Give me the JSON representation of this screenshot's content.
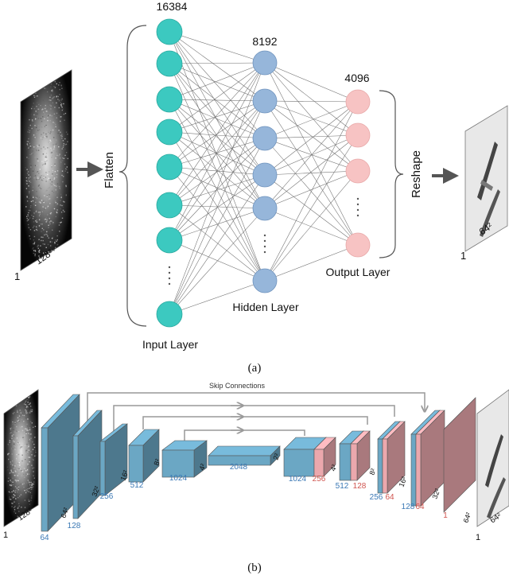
{
  "panel_a": {
    "input_image_dims": {
      "channels": "1",
      "size": "128²"
    },
    "flatten_label": "Flatten",
    "input_layer": {
      "count": "16384",
      "label": "Input Layer",
      "color": "#3cc9c0"
    },
    "hidden_layer": {
      "count": "8192",
      "label": "Hidden Layer",
      "color": "#96b6da"
    },
    "output_layer": {
      "count": "4096",
      "label": "Output Layer",
      "color": "#f7c3c3"
    },
    "reshape_label": "Reshape",
    "output_image_dims": {
      "channels": "1",
      "size": "64²"
    },
    "caption": "(a)"
  },
  "panel_b": {
    "skip_label": "Skip Connections",
    "input_dims": {
      "channels": "1",
      "size": "128²"
    },
    "output_dims": {
      "size": "64²"
    },
    "colors": {
      "encoder": "#6ba7c4",
      "decoder": "#eba8ad",
      "encoder_text": "#3a78b5",
      "decoder_text": "#d0554f"
    },
    "channel_labels": [
      "64",
      "128",
      "256",
      "512",
      "1024",
      "2048",
      "1024",
      "256",
      "512",
      "128",
      "256",
      "64",
      "128",
      "64",
      "1"
    ],
    "size_labels": [
      "64²",
      "32²",
      "16²",
      "8²",
      "4²",
      "2²",
      "4²",
      "8²",
      "16²",
      "32²",
      "64²"
    ],
    "caption": "(b)"
  }
}
